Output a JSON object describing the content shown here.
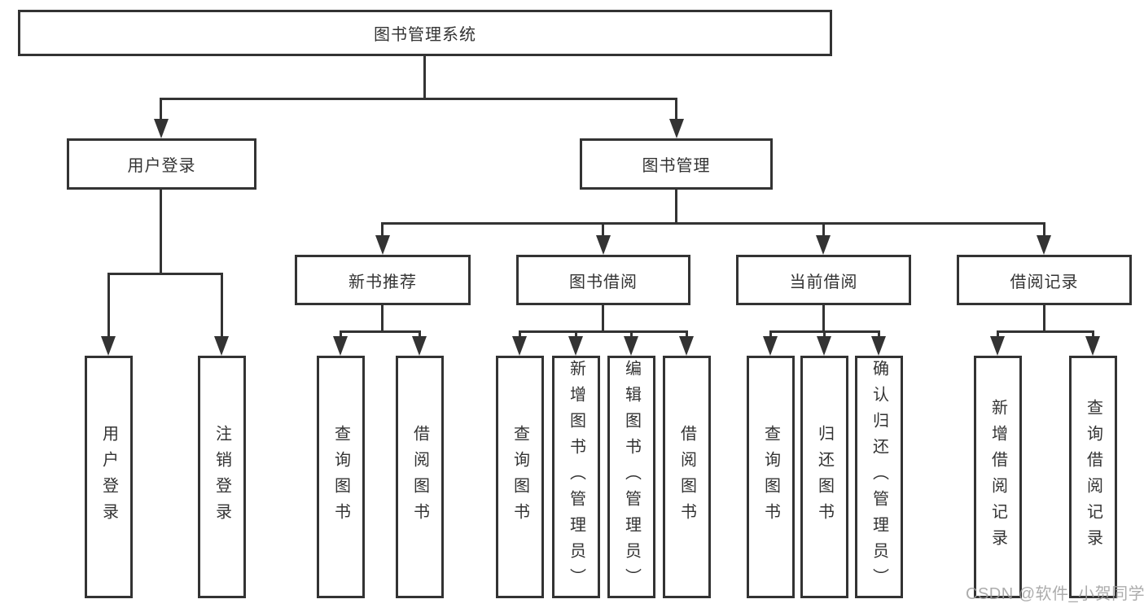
{
  "watermark": "CSDN @软件_小贺同学",
  "diagram": {
    "title": "图书管理系统",
    "root": {
      "label": "图书管理系统"
    },
    "branches": [
      {
        "label": "用户登录",
        "children": [
          {
            "label": "用户登录"
          },
          {
            "label": "注销登录"
          }
        ]
      },
      {
        "label": "图书管理",
        "children": [
          {
            "label": "新书推荐",
            "children": [
              {
                "label": "查询图书"
              },
              {
                "label": "借阅图书"
              }
            ]
          },
          {
            "label": "图书借阅",
            "children": [
              {
                "label": "查询图书"
              },
              {
                "label": "新增图书（管理员）"
              },
              {
                "label": "编辑图书（管理员）"
              },
              {
                "label": "借阅图书"
              }
            ]
          },
          {
            "label": "当前借阅",
            "children": [
              {
                "label": "查询图书"
              },
              {
                "label": "归还图书"
              },
              {
                "label": "确认归还（管理员）"
              }
            ]
          },
          {
            "label": "借阅记录",
            "children": [
              {
                "label": "新增借阅记录"
              },
              {
                "label": "查询借阅记录"
              }
            ]
          }
        ]
      }
    ],
    "colors": {
      "line": "#333333",
      "text": "#333333",
      "background": "#ffffff",
      "watermark": "#9e9e9e"
    }
  }
}
